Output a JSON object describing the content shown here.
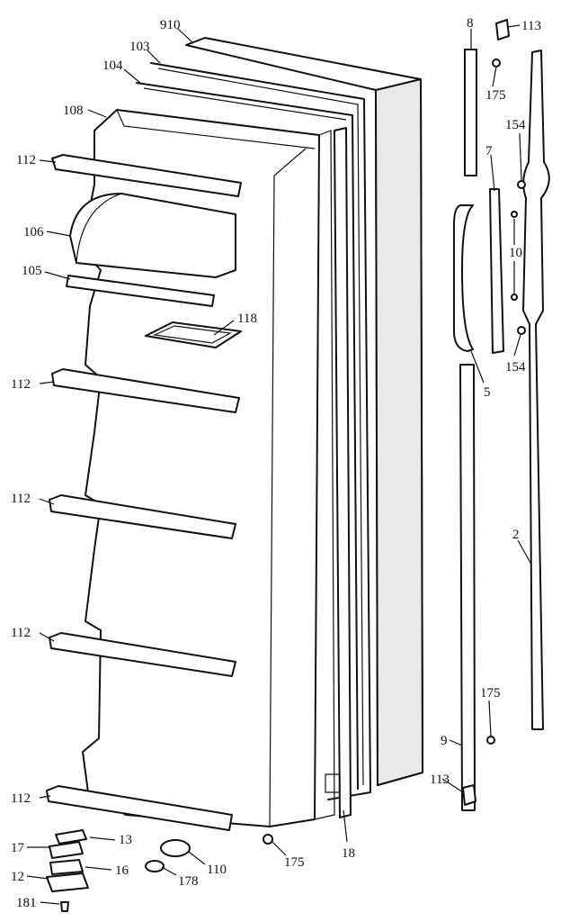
{
  "labels": {
    "p910": "910",
    "p103": "103",
    "p104": "104",
    "p108": "108",
    "p112a": "112",
    "p106": "106",
    "p105": "105",
    "p118": "118",
    "p112b": "112",
    "p112c": "112",
    "p112d": "112",
    "p112e": "112",
    "p17": "17",
    "p13": "13",
    "p16": "16",
    "p12": "12",
    "p181": "181",
    "p178": "178",
    "p110": "110",
    "p175a": "175",
    "p18": "18",
    "p8": "8",
    "p113a": "113",
    "p175b": "175",
    "p154a": "154",
    "p7": "7",
    "p10": "10",
    "p154b": "154",
    "p5": "5",
    "p2": "2",
    "p175c": "175",
    "p9": "9",
    "p113b": "113"
  }
}
